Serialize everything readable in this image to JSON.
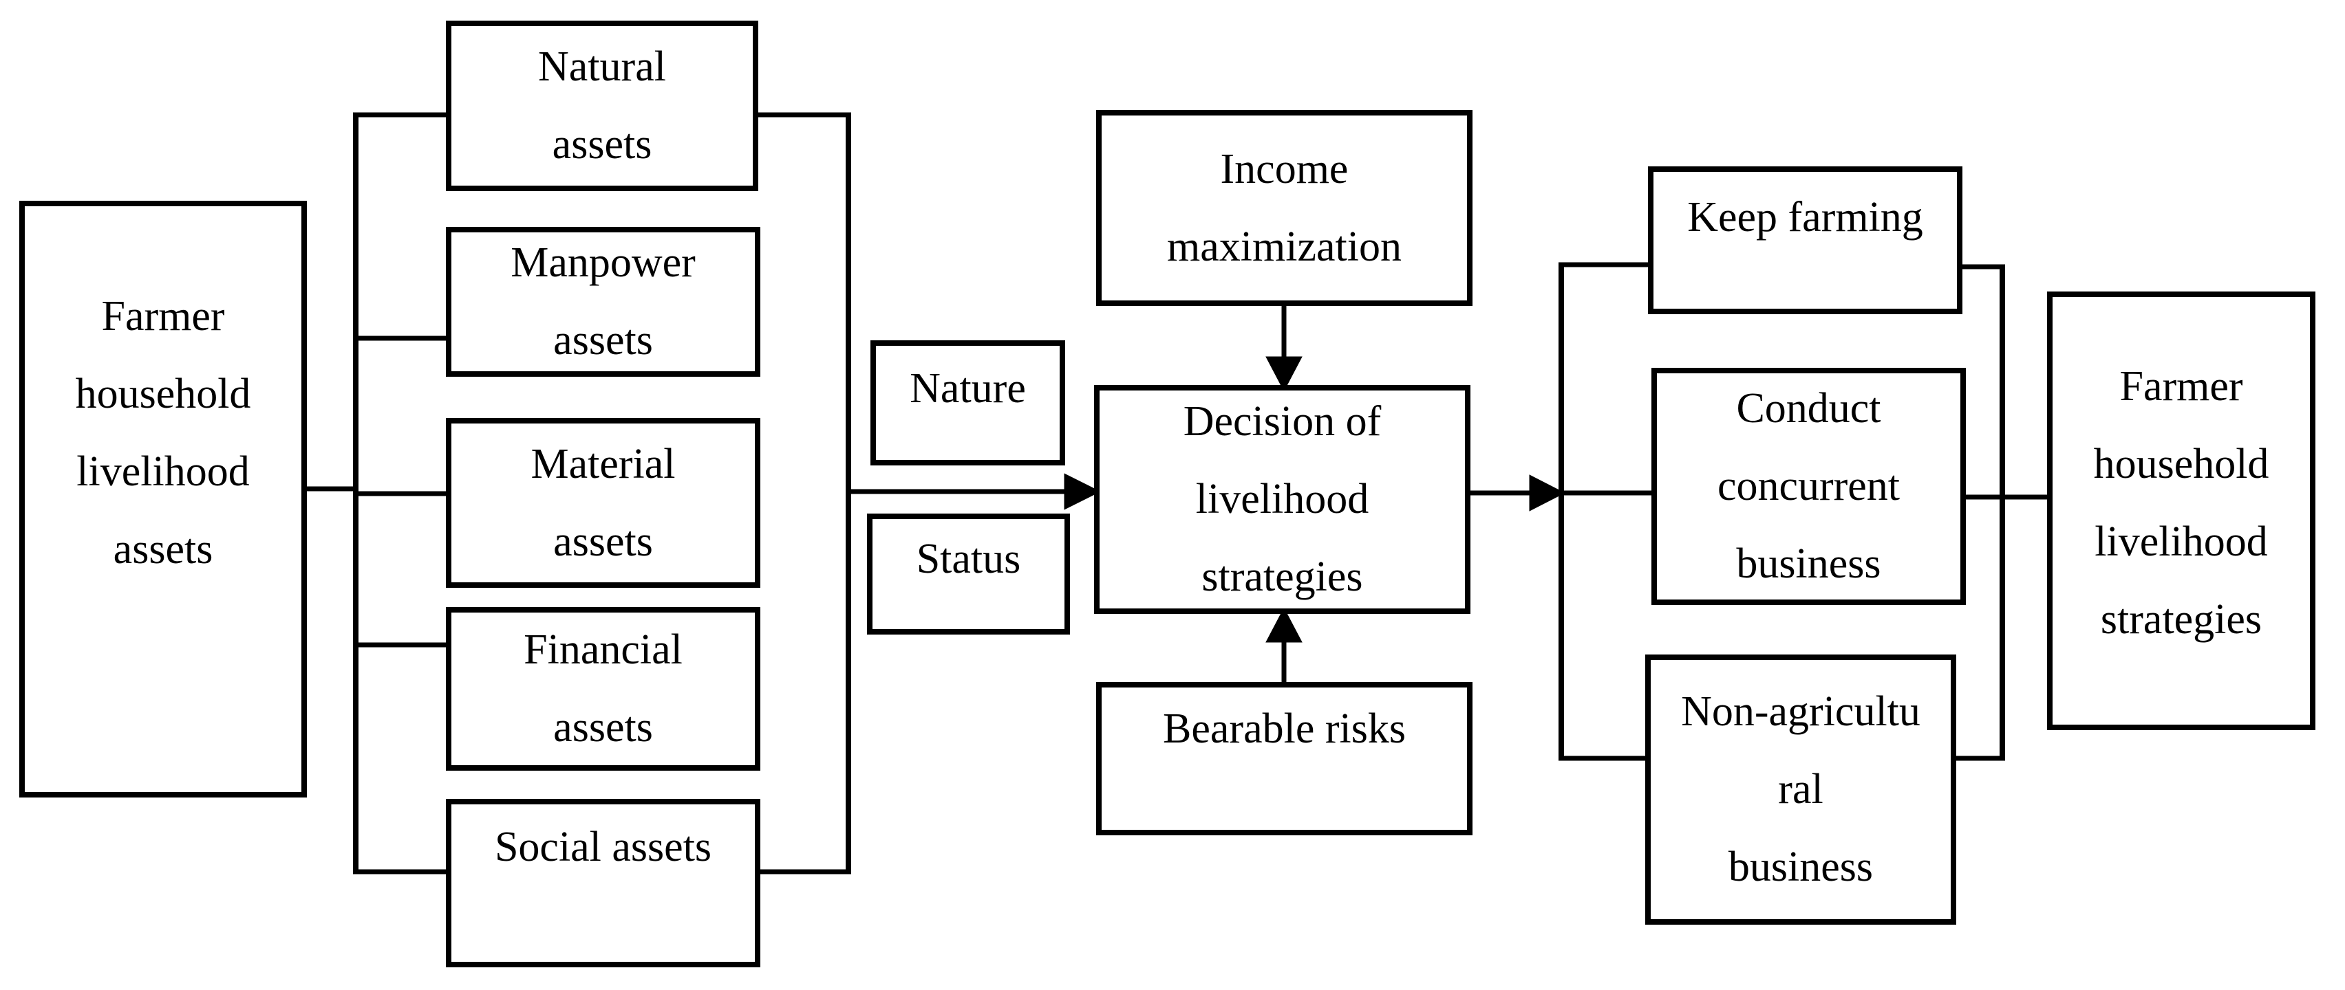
{
  "diagram": {
    "title": "Farmer household livelihood decision flow",
    "background_color": "#ffffff",
    "line_color": "#000000",
    "boxes": {
      "farmer_assets": {
        "label": "Farmer household livelihood assets",
        "lines": [
          "Farmer",
          "household",
          "livelihood",
          "assets"
        ]
      },
      "natural_assets": {
        "label": "Natural assets",
        "lines": [
          "Natural",
          "assets"
        ]
      },
      "manpower_assets": {
        "label": "Manpower assets",
        "lines": [
          "Manpower",
          "assets"
        ]
      },
      "material_assets": {
        "label": "Material assets",
        "lines": [
          "Material",
          "assets"
        ]
      },
      "financial_assets": {
        "label": "Financial assets",
        "lines": [
          "Financial",
          "assets"
        ]
      },
      "social_assets": {
        "label": "Social assets",
        "lines": [
          "Social assets"
        ]
      },
      "nature": {
        "label": "Nature",
        "lines": [
          "Nature"
        ]
      },
      "status": {
        "label": "Status",
        "lines": [
          "Status"
        ]
      },
      "income_max": {
        "label": "Income maximization",
        "lines": [
          "Income",
          "maximization"
        ]
      },
      "decision": {
        "label": "Decision of livelihood strategies",
        "lines": [
          "Decision of",
          "livelihood",
          "strategies"
        ]
      },
      "bearable_risks": {
        "label": "Bearable risks",
        "lines": [
          "Bearable risks"
        ]
      },
      "keep_farming": {
        "label": "Keep farming",
        "lines": [
          "Keep farming"
        ]
      },
      "conduct_business": {
        "label": "Conduct concurrent business",
        "lines": [
          "Conduct",
          "concurrent",
          "business"
        ]
      },
      "nonagri_business": {
        "label": "Non-agricultural business",
        "lines": [
          "Non-agricultu",
          "ral",
          "business"
        ]
      },
      "farmer_strategies": {
        "label": "Farmer household livelihood strategies",
        "lines": [
          "Farmer",
          "household",
          "livelihood",
          "strategies"
        ]
      }
    }
  }
}
